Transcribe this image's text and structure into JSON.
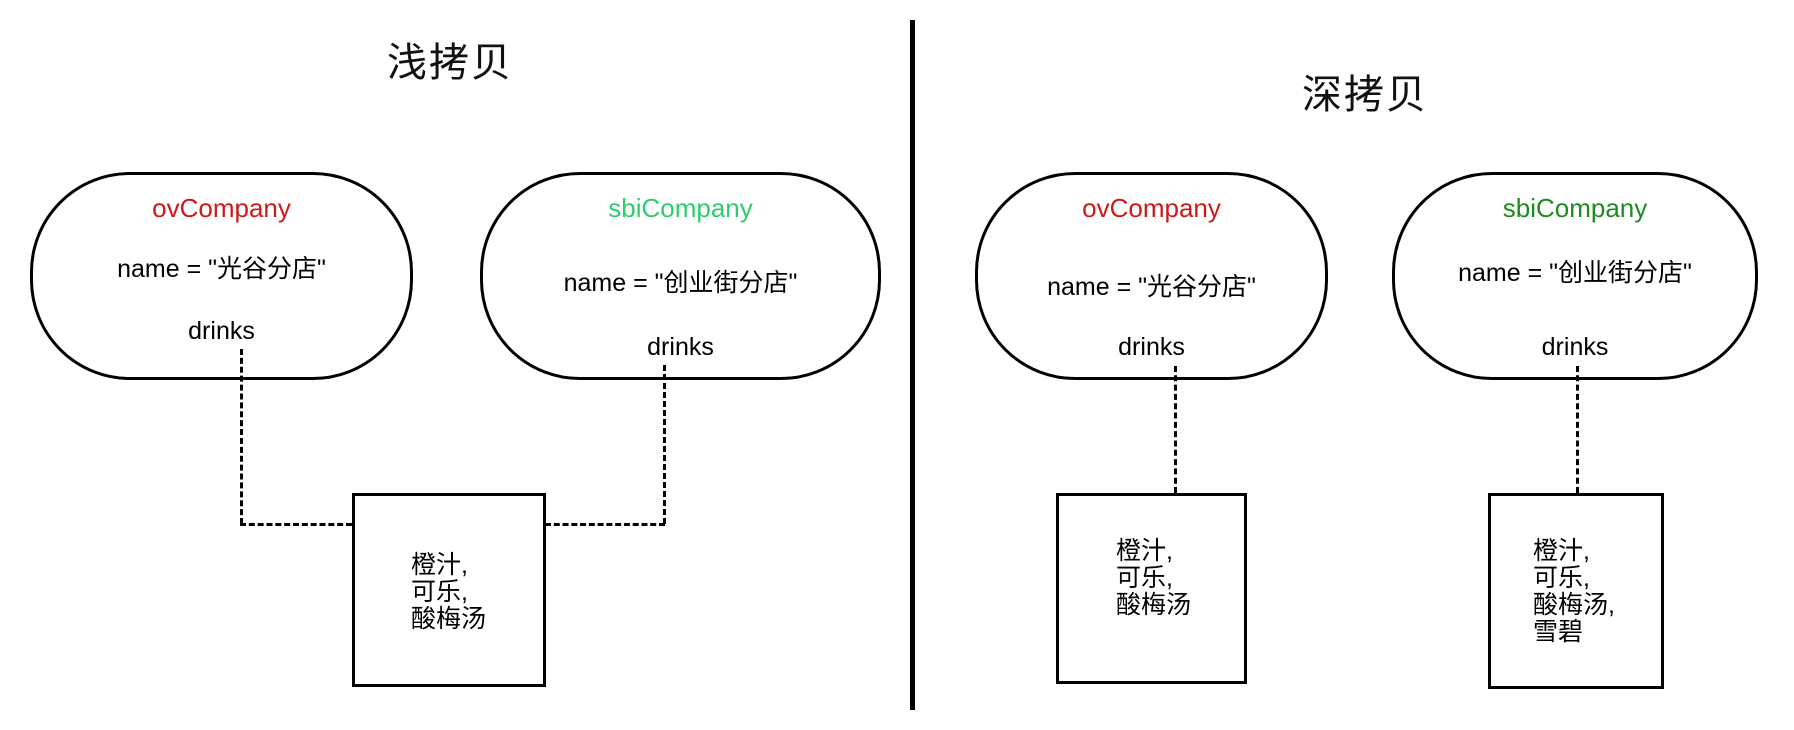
{
  "colors": {
    "background": "#ffffff",
    "stroke": "#000000",
    "ov_red": "#cc1a1a",
    "sbi_green_left": "#2ecc71",
    "sbi_green_right": "#1e8b1e"
  },
  "left_panel": {
    "title": "浅拷贝",
    "ov_node": {
      "label": "ovCompany",
      "name_line": "name = \"光谷分店\"",
      "drinks_label": "drinks"
    },
    "sbi_node": {
      "label": "sbiCompany",
      "name_line": "name = \"创业街分店\"",
      "drinks_label": "drinks"
    },
    "shared_drinks_box": {
      "lines": [
        "橙汁,",
        "可乐,",
        "酸梅汤"
      ]
    }
  },
  "right_panel": {
    "title": "深拷贝",
    "ov_node": {
      "label": "ovCompany",
      "name_line": "name = \"光谷分店\"",
      "drinks_label": "drinks"
    },
    "sbi_node": {
      "label": "sbiCompany",
      "name_line": "name = \"创业街分店\"",
      "drinks_label": "drinks"
    },
    "ov_drinks_box": {
      "lines": [
        "橙汁,",
        "可乐,",
        "酸梅汤"
      ]
    },
    "sbi_drinks_box": {
      "lines": [
        "橙汁,",
        "可乐,",
        "酸梅汤,",
        "雪碧"
      ]
    }
  }
}
